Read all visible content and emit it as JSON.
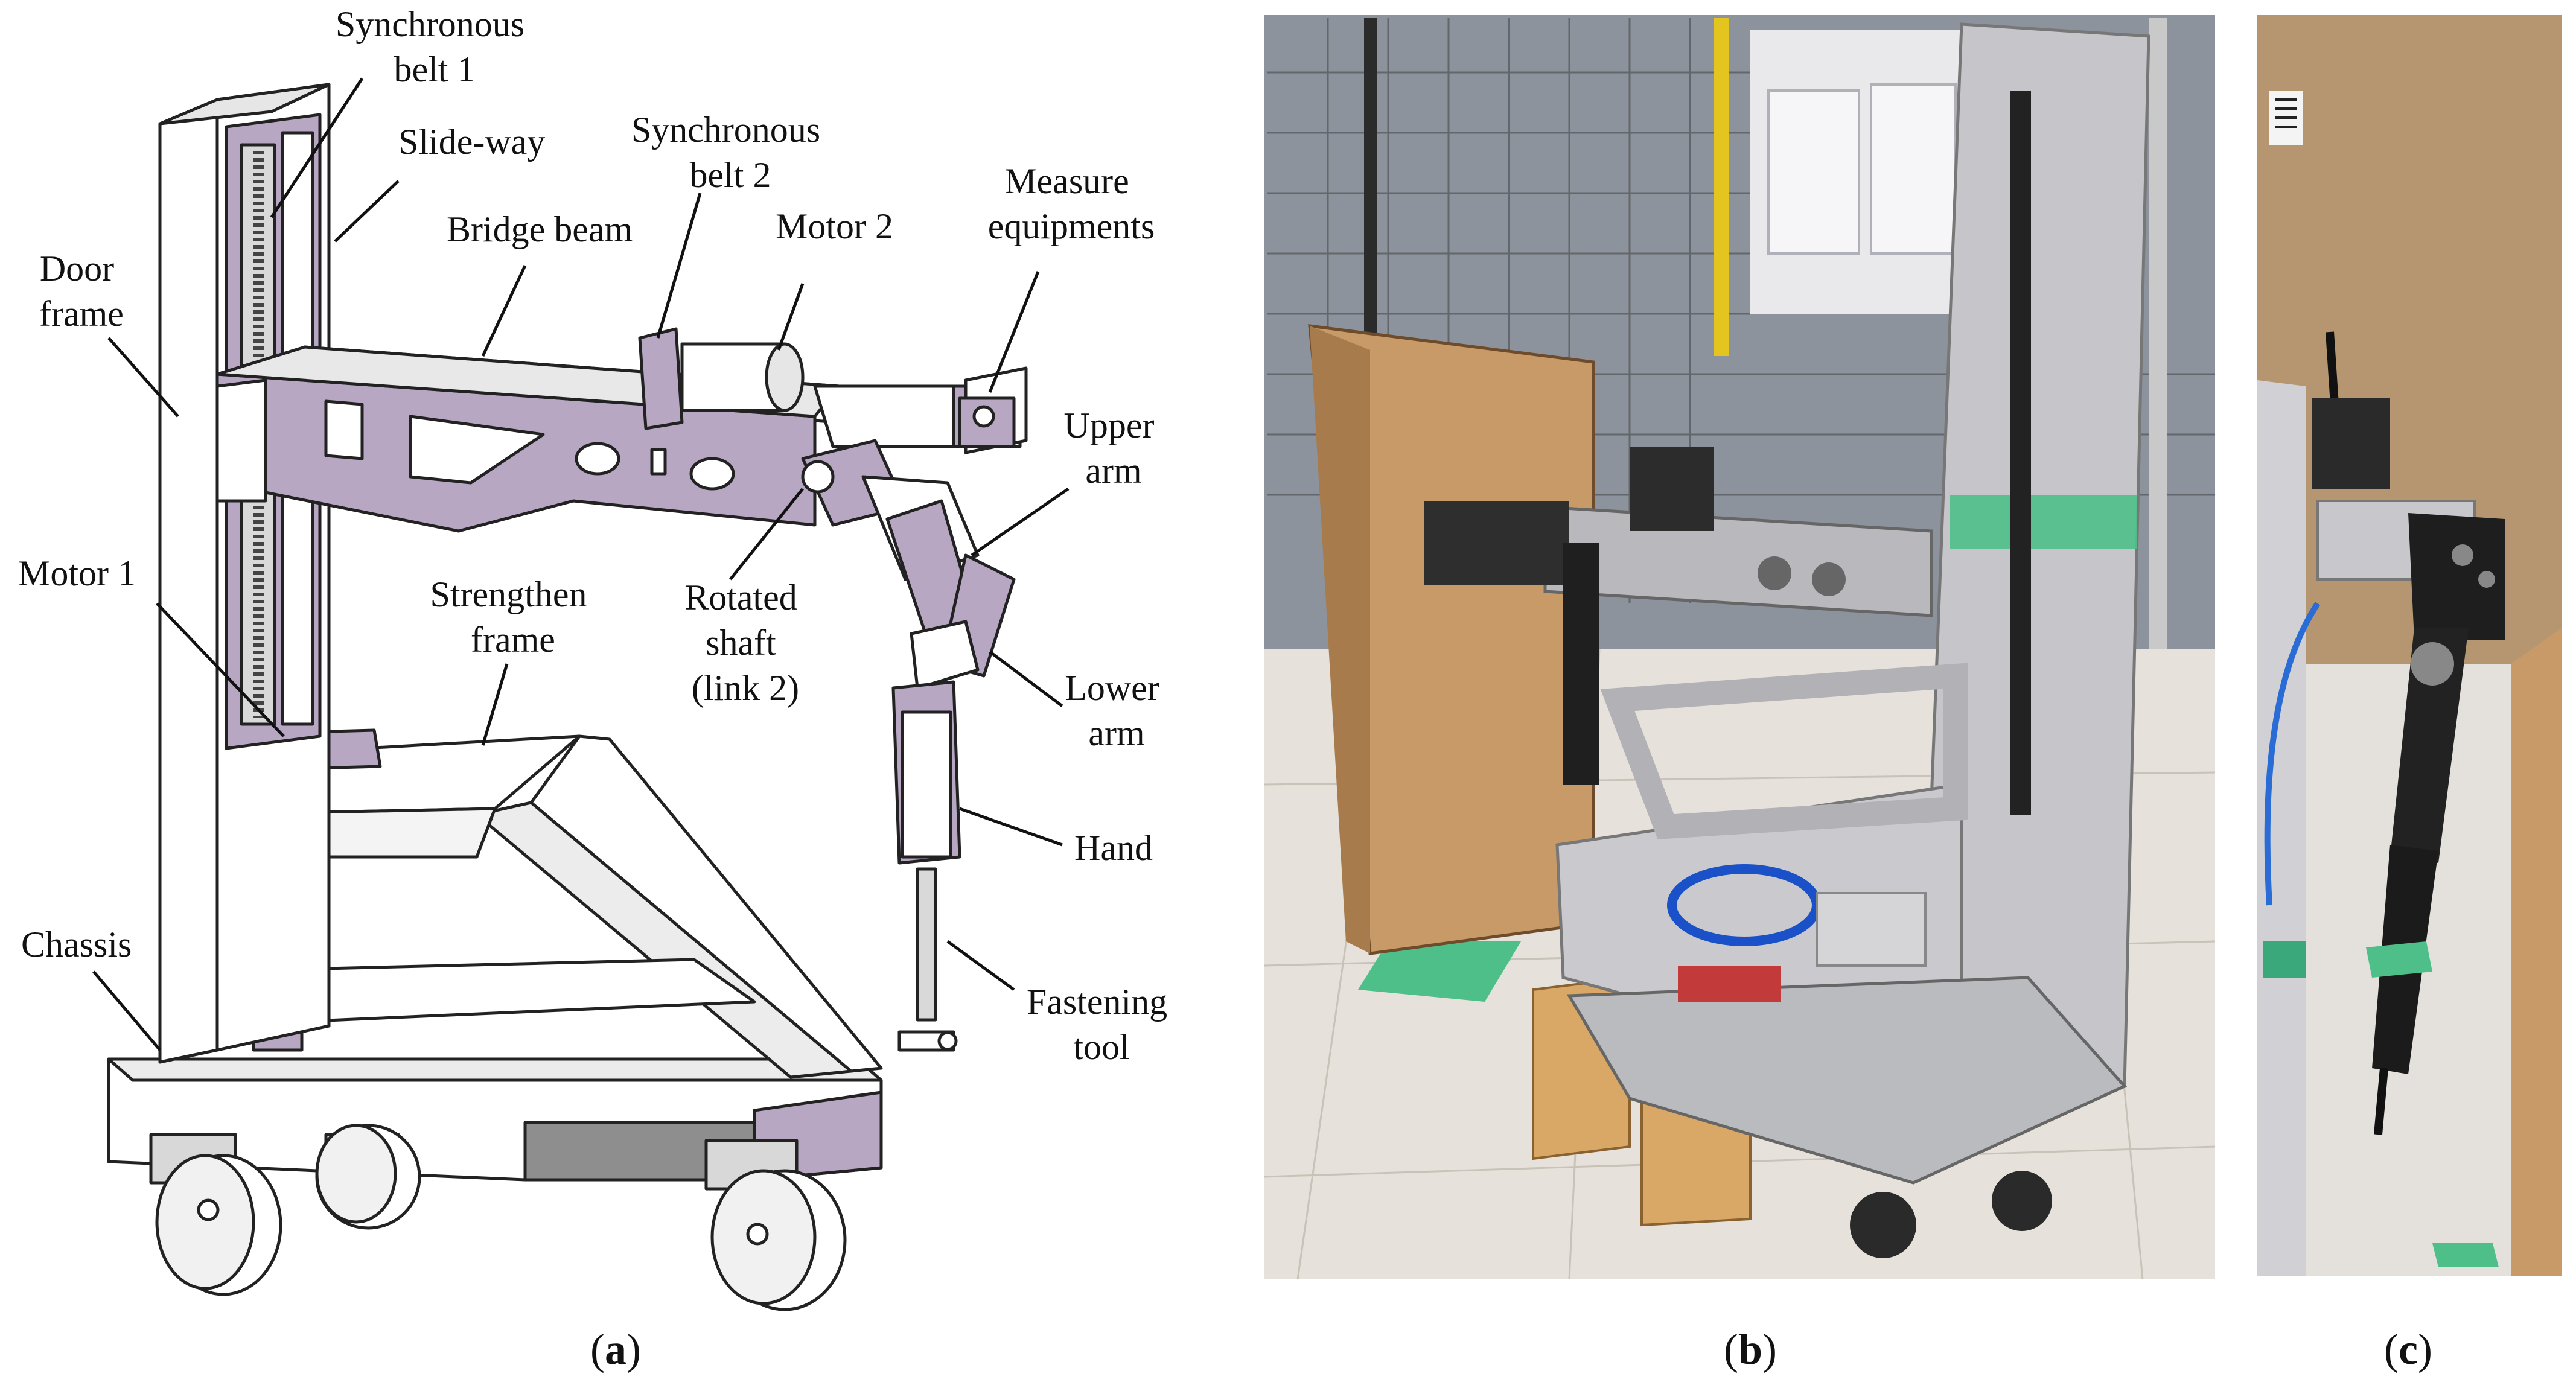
{
  "panel_a": {
    "labels": {
      "synchronous_belt_1": [
        "Synchronous",
        "belt 1"
      ],
      "slide_way": "Slide-way",
      "synchronous_belt_2": [
        "Synchronous",
        "belt 2"
      ],
      "bridge_beam": "Bridge beam",
      "motor_2": "Motor 2",
      "measure_equipments": [
        "Measure",
        "equipments"
      ],
      "door_frame": [
        "Door",
        "frame"
      ],
      "upper_arm": [
        "Upper",
        "arm"
      ],
      "motor_1": "Motor 1",
      "strengthen_frame": [
        "Strengthen",
        "frame"
      ],
      "rotated_shaft": [
        "Rotated",
        "shaft",
        "(link 2)"
      ],
      "lower_arm": [
        "Lower",
        "arm"
      ],
      "hand": "Hand",
      "chassis": "Chassis",
      "fastening_tool": [
        "Fastening",
        "tool"
      ]
    },
    "caption_letter": "a"
  },
  "panel_b": {
    "caption_letter": "b"
  },
  "panel_c": {
    "caption_letter": "c"
  },
  "colors": {
    "frame_purple": "#b7a7c2",
    "frame_dark": "#8f7f9c",
    "line": "#222222",
    "metal": "#c8c8cc",
    "cardboard": "#c79a68",
    "floor": "#e6e1da",
    "wood": "#d9a766",
    "tape_green": "#4fbf8a"
  }
}
